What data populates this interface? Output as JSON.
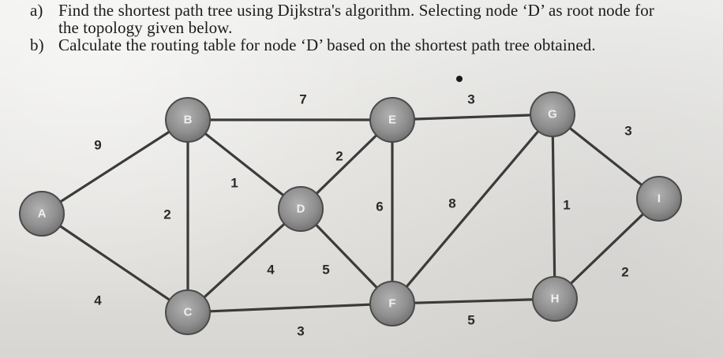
{
  "questions": {
    "a_marker": "a)",
    "a_line1": "Find the shortest path tree using Dijkstra's algorithm. Selecting node ‘D’ as root node for",
    "a_line2": "the topology given below.",
    "b_marker": "b)",
    "b_line1": "Calculate the routing table for node ‘D’ based on the shortest path tree obtained."
  },
  "graph": {
    "nodes": [
      {
        "id": "A",
        "label": "A"
      },
      {
        "id": "B",
        "label": "B"
      },
      {
        "id": "C",
        "label": "C"
      },
      {
        "id": "D",
        "label": "D"
      },
      {
        "id": "E",
        "label": "E"
      },
      {
        "id": "F",
        "label": "F"
      },
      {
        "id": "G",
        "label": "G"
      },
      {
        "id": "H",
        "label": "H"
      },
      {
        "id": "I",
        "label": "I"
      }
    ],
    "edges": [
      {
        "from": "A",
        "to": "B",
        "weight": "9"
      },
      {
        "from": "A",
        "to": "C",
        "weight": "4"
      },
      {
        "from": "B",
        "to": "C",
        "weight": "2"
      },
      {
        "from": "B",
        "to": "D",
        "weight": "1"
      },
      {
        "from": "B",
        "to": "E",
        "weight": "7"
      },
      {
        "from": "C",
        "to": "D",
        "weight": "4"
      },
      {
        "from": "C",
        "to": "F",
        "weight": "3"
      },
      {
        "from": "D",
        "to": "E",
        "weight": "2"
      },
      {
        "from": "D",
        "to": "F",
        "weight": "5"
      },
      {
        "from": "E",
        "to": "F",
        "weight": "6"
      },
      {
        "from": "E",
        "to": "G",
        "weight": "3"
      },
      {
        "from": "F",
        "to": "G",
        "weight": "8"
      },
      {
        "from": "F",
        "to": "H",
        "weight": "5"
      },
      {
        "from": "G",
        "to": "H",
        "weight": "1"
      },
      {
        "from": "G",
        "to": "I",
        "weight": "3"
      },
      {
        "from": "H",
        "to": "I",
        "weight": "2"
      }
    ]
  }
}
